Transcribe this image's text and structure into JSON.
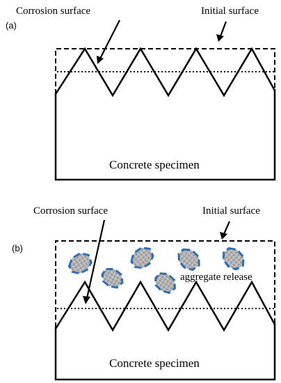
{
  "panel_a": {
    "tag": "(a)",
    "corrosion_label": "Corrosion surface",
    "initial_label": "Initial surface",
    "specimen_label": "Concrete specimen"
  },
  "panel_b": {
    "tag": "(b)",
    "corrosion_label": "Corrosion surface",
    "initial_label": "Initial surface",
    "specimen_label": "Concrete specimen",
    "release_label": "aggregate release"
  },
  "colors": {
    "outline": "#000000",
    "aggregate_fill": "#a9a9a9",
    "aggregate_edge": "#2f6db5"
  }
}
